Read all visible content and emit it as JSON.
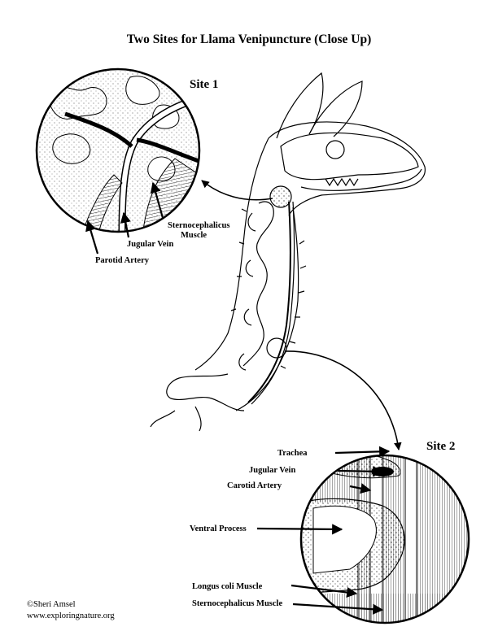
{
  "title": "Two Sites for Llama Venipuncture (Close Up)",
  "site1": {
    "label": "Site 1",
    "callouts": {
      "sternocephalicus_line1": "Sternocephalicus",
      "sternocephalicus_line2": "Muscle",
      "jugular": "Jugular Vein",
      "parotid": "Parotid Artery"
    }
  },
  "site2": {
    "label": "Site 2",
    "callouts": {
      "trachea": "Trachea",
      "jugular": "Jugular Vein",
      "carotid": "Carotid Artery",
      "ventral": "Ventral Process",
      "longus": "Longus coli Muscle",
      "sterno": "Sternocephalicus Muscle"
    }
  },
  "credit": {
    "author": "©Sheri Amsel",
    "website": "www.exploringnature.org"
  }
}
